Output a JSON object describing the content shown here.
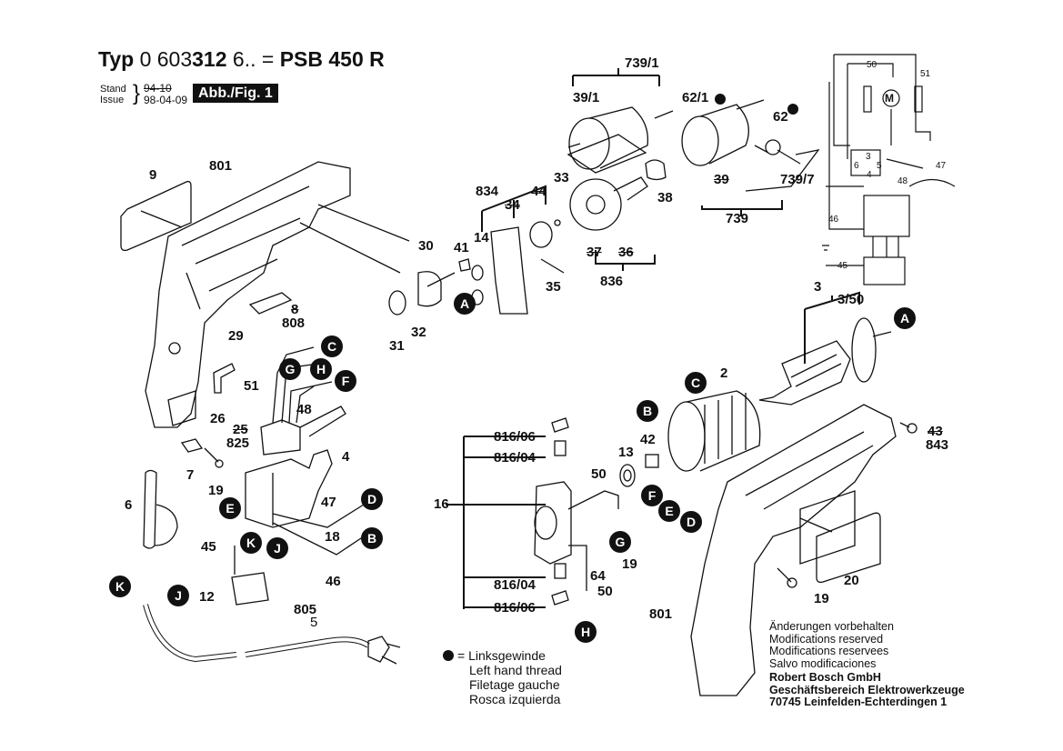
{
  "header": {
    "typ_word": "Typ",
    "typ_prefix": "0 603",
    "typ_bold": "312",
    "typ_suffix": "6.. =",
    "model": "PSB 450 R",
    "stand_label": "Stand",
    "issue_label": "Issue",
    "old_date": "94-10",
    "new_date": "98-04-09",
    "figure": "Abb./Fig. 1"
  },
  "part_labels": {
    "p739_1": "739/1",
    "p39_1": "39/1",
    "p62_1": "62/1",
    "p62": "62",
    "p9": "9",
    "p801_top": "801",
    "p834": "834",
    "p34": "34",
    "p44": "44",
    "p33": "33",
    "p38": "38",
    "p39": "39",
    "p739_7": "739/7",
    "p739": "739",
    "p14": "14",
    "p30": "30",
    "p41": "41",
    "p37": "37",
    "p36": "36",
    "p35": "35",
    "p836": "836",
    "p8": "8",
    "p808": "808",
    "p31": "31",
    "p32": "32",
    "p29": "29",
    "p3": "3",
    "p3_50": "3/50",
    "p51": "51",
    "p48": "48",
    "p26": "26",
    "p25": "25",
    "p825": "825",
    "p2": "2",
    "p4": "4",
    "p7": "7",
    "p19a": "19",
    "p6": "6",
    "p47": "47",
    "p18": "18",
    "p45": "45",
    "p46": "46",
    "p12": "12",
    "p805": "805",
    "p5": "5",
    "p816_06a": "816/06",
    "p816_04a": "816/04",
    "p16": "16",
    "p50a": "50",
    "p13": "13",
    "p42": "42",
    "p64": "64",
    "p19b": "19",
    "p816_04b": "816/04",
    "p816_06b": "816/06",
    "p50b": "50",
    "p43": "43",
    "p843": "843",
    "p20": "20",
    "p19c": "19",
    "p801_bot": "801"
  },
  "connectors": [
    "A",
    "B",
    "C",
    "D",
    "E",
    "F",
    "G",
    "H",
    "J",
    "K"
  ],
  "wiring_diagram": {
    "motor_symbol": "M",
    "labels": [
      "50",
      "51",
      "3",
      "6",
      "5",
      "4",
      "47",
      "48",
      "46",
      "45"
    ]
  },
  "legend": {
    "symbol": "left-hand-thread-dot",
    "eq": "=",
    "lines": [
      "Linksgewinde",
      "Left hand thread",
      "Filetage gauche",
      "Rosca izquierda"
    ]
  },
  "notice": {
    "lines": [
      "Änderungen vorbehalten",
      "Modifications reserved",
      "Modifications reservees",
      "Salvo modificaciones"
    ],
    "company": "Robert Bosch GmbH",
    "division": "Geschäftsbereich Elektrowerkzeuge",
    "address": "70745 Leinfelden-Echterdingen 1"
  }
}
